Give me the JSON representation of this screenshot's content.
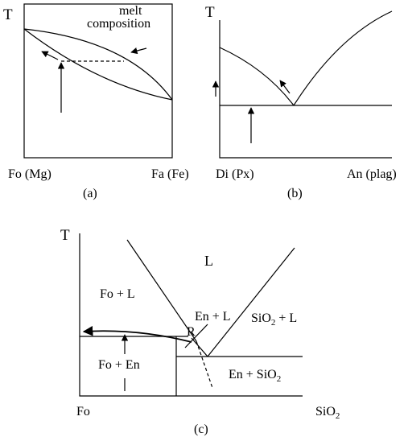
{
  "panel_a": {
    "t_axis": "T",
    "annotation_line1": "melt",
    "annotation_line2": "composition",
    "left_end": "Fo (Mg)",
    "right_end": "Fa (Fe)",
    "caption": "(a)"
  },
  "panel_b": {
    "t_axis": "T",
    "left_end": "Di (Px)",
    "right_end": "An (plag)",
    "caption": "(b)"
  },
  "panel_c": {
    "t_axis": "T",
    "field_liquid": "L",
    "field_fo_l": "Fo + L",
    "field_en_l": "En + L",
    "point_r": "R",
    "field_sio2_l_base": "SiO",
    "field_sio2_l_sub": "2",
    "field_sio2_l_rest": " + L",
    "field_fo_en": "Fo + En",
    "field_en_sio2_base": "En + SiO",
    "field_en_sio2_sub": "2",
    "left_end": "Fo",
    "right_end_base": "SiO",
    "right_end_sub": "2",
    "caption": "(c)"
  },
  "colors": {
    "ink": "#000000",
    "background": "#ffffff"
  }
}
